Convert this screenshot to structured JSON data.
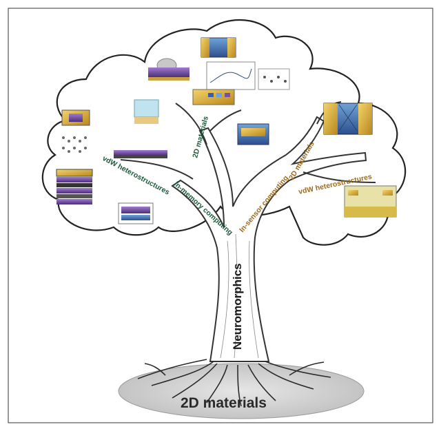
{
  "labels": {
    "trunk": "Neuromorphics",
    "root": "2D materials",
    "left_branch_1": "vdW heterostructures",
    "left_branch_2": "In-memory computing",
    "upper_branch": "2D materials",
    "right_branch_1": "In-sensor computing",
    "right_branch_2": "2D materials",
    "right_branch_3": "vdW heterostructures"
  },
  "colors": {
    "in_memory_text": "#1f5a3c",
    "in_sensor_text": "#a06a1a",
    "trunk_text": "#1a1a1a",
    "cloud_outline": "#222222",
    "ground": "#c8c8c8",
    "gold": "#d4a52a",
    "blue": "#3c5da8",
    "purple": "#7a4fa0"
  },
  "icons": [
    "tree-illustration",
    "cloud-canopy",
    "device-schematic",
    "roots"
  ]
}
